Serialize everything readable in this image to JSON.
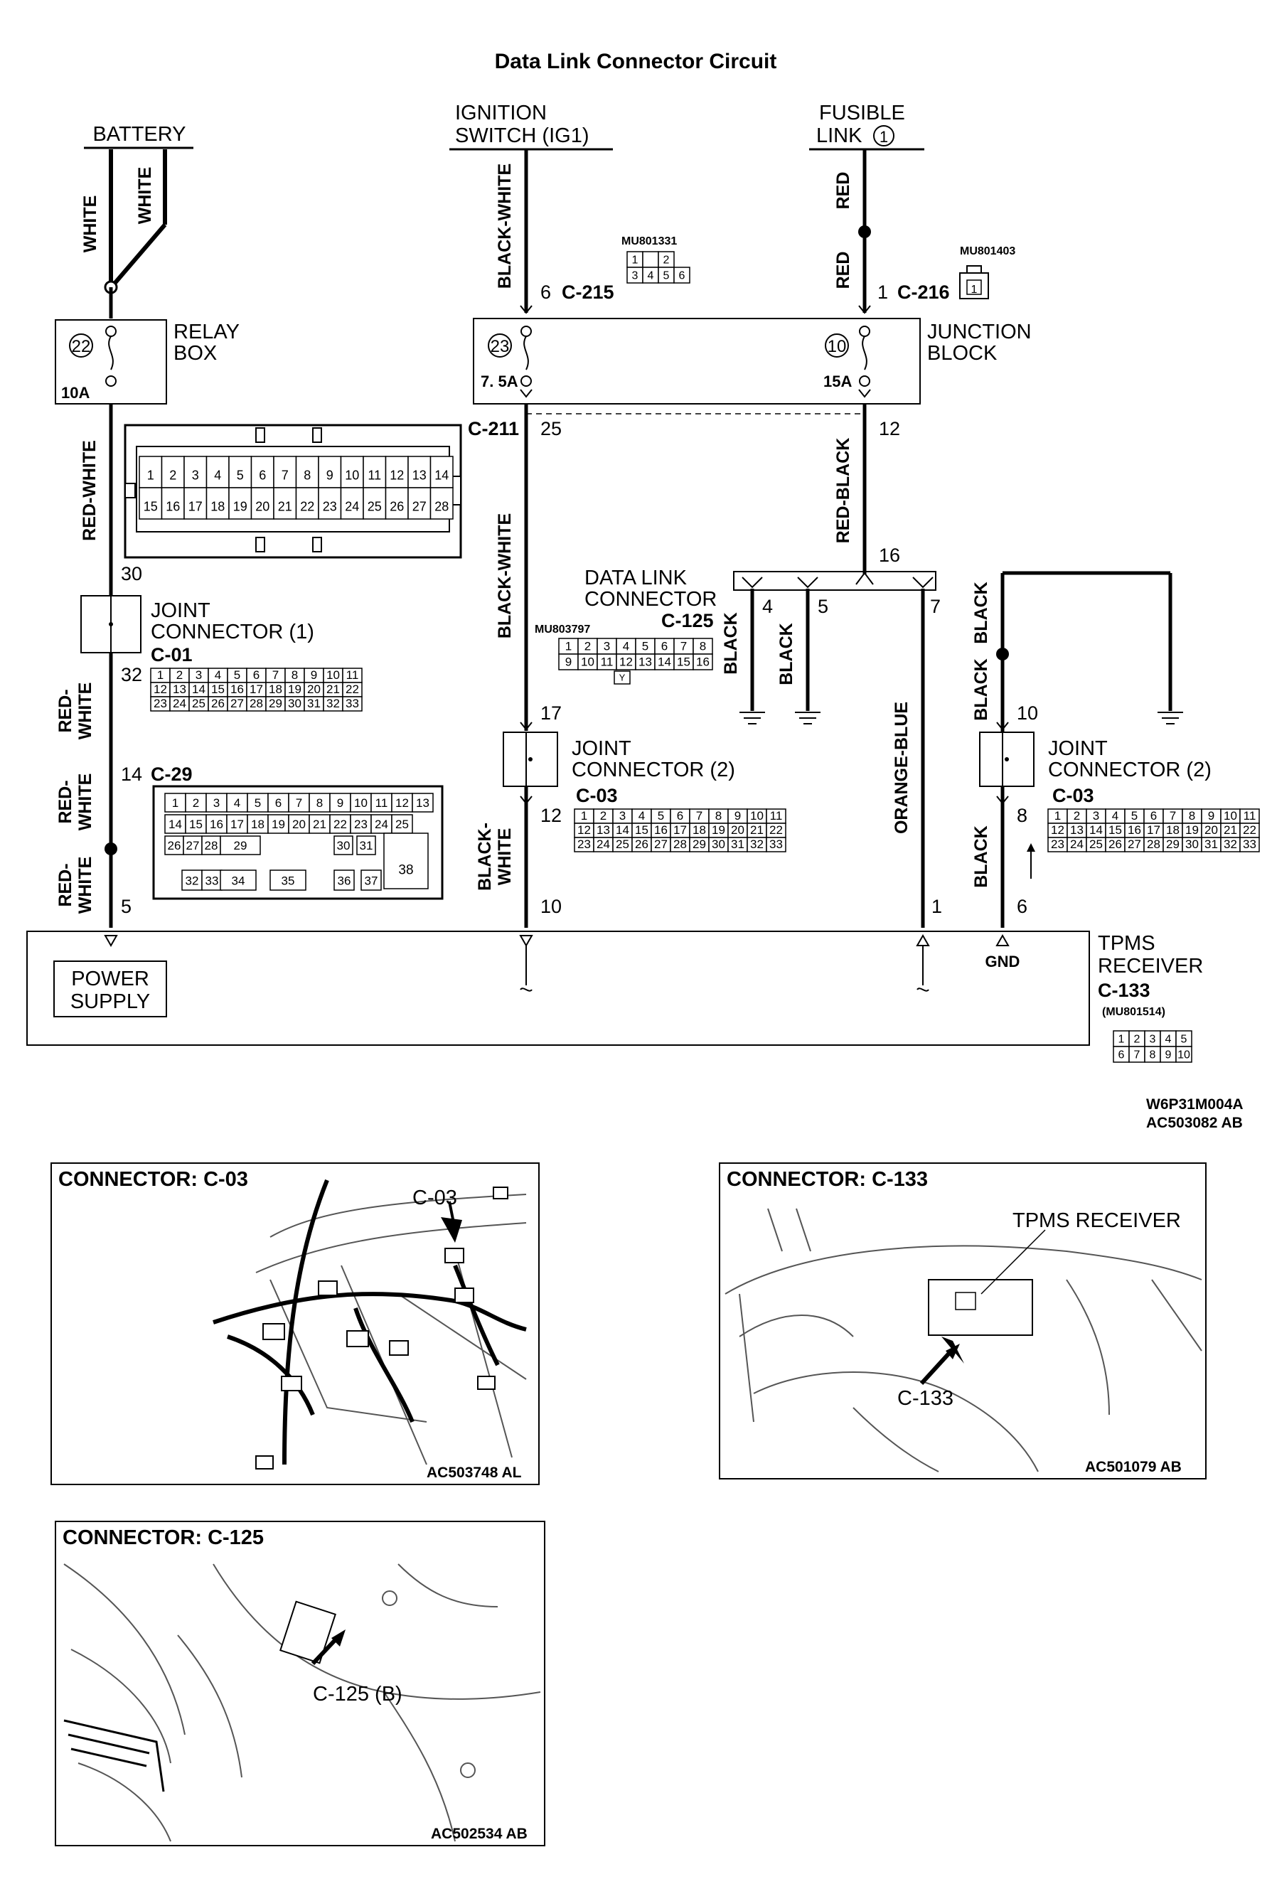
{
  "title": "Data Link Connector Circuit",
  "sources": {
    "battery": "BATTERY",
    "ignition_line1": "IGNITION",
    "ignition_line2": "SWITCH (IG1)",
    "fusible_line1": "FUSIBLE",
    "fusible_line2": "LINK",
    "fusible_num": "1"
  },
  "wires": {
    "white": "WHITE",
    "red_white": "RED-WHITE",
    "red_dash": "RED-",
    "white_part": "WHITE",
    "black_white": "BLACK-WHITE",
    "black_dash": "BLACK-",
    "red": "RED",
    "red_black": "RED-BLACK",
    "black": "BLACK",
    "orange_blue": "ORANGE-BLUE"
  },
  "relay_box": {
    "line1": "RELAY",
    "line2": "BOX",
    "fuse_no": "22",
    "amp": "10A"
  },
  "junction_block": {
    "line1": "JUNCTION",
    "line2": "BLOCK",
    "fuse1_no": "23",
    "fuse1_amp": "7. 5A",
    "fuse2_no": "10",
    "fuse2_amp": "15A"
  },
  "connectors": {
    "c215_pin": "6",
    "c215": "C-215",
    "c215_part": "MU801331",
    "c216_pin": "1",
    "c216": "C-216",
    "c216_part": "MU801403",
    "c211": "C-211",
    "c211_pin": "25",
    "c211_pin2": "12",
    "c211_rows": [
      [
        "1",
        "2",
        "3",
        "4",
        "5",
        "6",
        "7",
        "8",
        "9",
        "10",
        "11",
        "12",
        "13",
        "14"
      ],
      [
        "15",
        "16",
        "17",
        "18",
        "19",
        "20",
        "21",
        "22",
        "23",
        "24",
        "25",
        "26",
        "27",
        "28"
      ]
    ],
    "jc1_line1": "JOINT",
    "jc1_line2": "CONNECTOR (1)",
    "jc1_id": "C-01",
    "pin30": "30",
    "pin32": "32",
    "pin14": "14",
    "c29": "C-29",
    "pin5": "5",
    "c01_rows": [
      [
        "1",
        "2",
        "3",
        "4",
        "5",
        "6",
        "7",
        "8",
        "9",
        "10",
        "11"
      ],
      [
        "12",
        "13",
        "14",
        "15",
        "16",
        "17",
        "18",
        "19",
        "20",
        "21",
        "22"
      ],
      [
        "23",
        "24",
        "25",
        "26",
        "27",
        "28",
        "29",
        "30",
        "31",
        "32",
        "33"
      ]
    ],
    "c29_row1": [
      "1",
      "2",
      "3",
      "4",
      "5",
      "6",
      "7",
      "8",
      "9",
      "10",
      "11",
      "12",
      "13"
    ],
    "c29_row2": [
      "14",
      "15",
      "16",
      "17",
      "18",
      "19",
      "20",
      "21",
      "22",
      "23",
      "24",
      "25"
    ],
    "c29_row3": [
      "26",
      "27",
      "28",
      "29",
      "30",
      "31"
    ],
    "c29_row4": [
      "32",
      "33",
      "34",
      "35",
      "36",
      "37"
    ],
    "c29_big": "38",
    "dlc_line1": "DATA LINK",
    "dlc_line2": "CONNECTOR",
    "dlc_id": "C-125",
    "dlc_part": "MU803797",
    "dlc_rows": [
      [
        "1",
        "2",
        "3",
        "4",
        "5",
        "6",
        "7",
        "8"
      ],
      [
        "9",
        "10",
        "11",
        "12",
        "13",
        "14",
        "15",
        "16"
      ]
    ],
    "dlc_key": "Y",
    "pin16": "16",
    "pin4": "4",
    "pin5b": "5",
    "pin7": "7",
    "pin17": "17",
    "pin12b": "12",
    "pin10": "10",
    "jc2_line1": "JOINT",
    "jc2_line2": "CONNECTOR (2)",
    "jc2_id": "C-03",
    "pin10b": "10",
    "pin8": "8",
    "pin6": "6",
    "pin1": "1",
    "tpms_line1": "TPMS",
    "tpms_line2": "RECEIVER",
    "tpms_id": "C-133",
    "tpms_part": "(MU801514)",
    "tpms_rows": [
      [
        "1",
        "2",
        "3",
        "4",
        "5"
      ],
      [
        "6",
        "7",
        "8",
        "9",
        "10"
      ]
    ],
    "power1": "POWER",
    "power2": "SUPPLY",
    "gnd": "GND"
  },
  "codes": {
    "code1": "W6P31M004A",
    "code2": "AC503082 AB"
  },
  "panels": {
    "c03": {
      "title": "CONNECTOR: C-03",
      "callout": "C-03",
      "code": "AC503748 AL"
    },
    "c133": {
      "title": "CONNECTOR: C-133",
      "callout1": "TPMS RECEIVER",
      "callout2": "C-133",
      "code": "AC501079 AB"
    },
    "c125": {
      "title": "CONNECTOR: C-125",
      "callout": "C-125 (B)",
      "code": "AC502534 AB"
    }
  }
}
